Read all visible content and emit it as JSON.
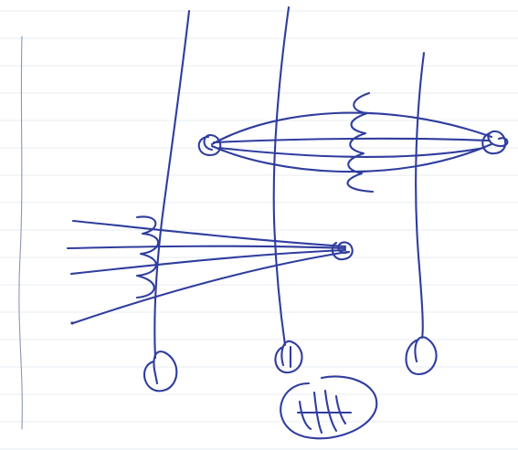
{
  "sketch": {
    "kind": "hand-drawn pen diagram on ruled paper",
    "ink_color": "#2f3d9e",
    "paper_color": "#ffffff",
    "rule_color": "#dfe7ef",
    "margin_line_color": "#8d94b8",
    "elements": [
      {
        "id": "stalk-1",
        "kind": "vertical line ending in loop"
      },
      {
        "id": "stalk-2",
        "kind": "vertical line ending in loop"
      },
      {
        "id": "stalk-3",
        "kind": "vertical line ending in loop"
      },
      {
        "id": "spindle",
        "kind": "lens shape with knotted ends and zigzag"
      },
      {
        "id": "fan",
        "kind": "converging lines to a knot"
      },
      {
        "id": "scribble",
        "kind": "circled hatched mark"
      }
    ]
  }
}
